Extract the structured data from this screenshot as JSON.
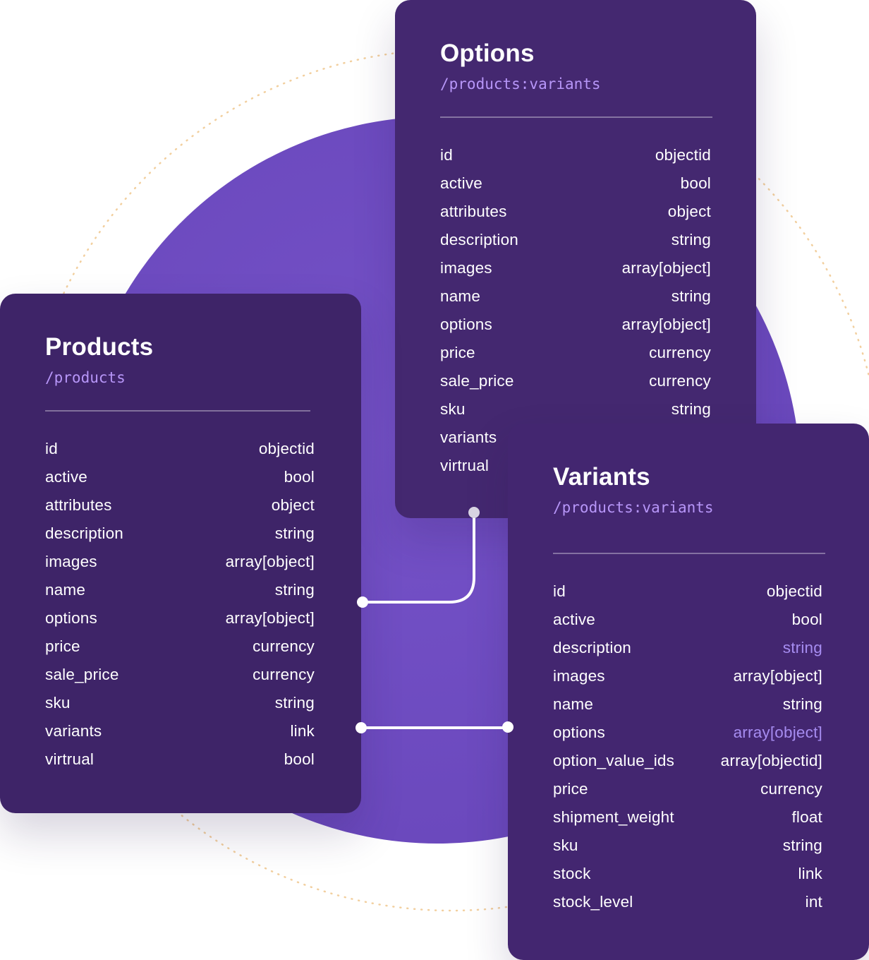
{
  "colors": {
    "circle": "#7352c4",
    "card_options": "#442870",
    "card_products": "#3e2468",
    "card_variants": "#432670",
    "accent_text": "#b796f8",
    "connector": "#ffffff",
    "connector_muted": "#d8d4e2",
    "dotted_ring": "#f2cf9e"
  },
  "cards": {
    "options": {
      "title": "Options",
      "path": "/products:variants",
      "fields": [
        {
          "name": "id",
          "type": "objectid"
        },
        {
          "name": "active",
          "type": "bool"
        },
        {
          "name": "attributes",
          "type": "object"
        },
        {
          "name": "description",
          "type": "string"
        },
        {
          "name": "images",
          "type": "array[object]"
        },
        {
          "name": "name",
          "type": "string"
        },
        {
          "name": "options",
          "type": "array[object]"
        },
        {
          "name": "price",
          "type": "currency"
        },
        {
          "name": "sale_price",
          "type": "currency"
        },
        {
          "name": "sku",
          "type": "string"
        },
        {
          "name": "variants",
          "type": ""
        },
        {
          "name": "virtrual",
          "type": ""
        }
      ]
    },
    "products": {
      "title": "Products",
      "path": "/products",
      "fields": [
        {
          "name": "id",
          "type": "objectid"
        },
        {
          "name": "active",
          "type": "bool"
        },
        {
          "name": "attributes",
          "type": "object"
        },
        {
          "name": "description",
          "type": "string"
        },
        {
          "name": "images",
          "type": "array[object]"
        },
        {
          "name": "name",
          "type": "string"
        },
        {
          "name": "options",
          "type": "array[object]"
        },
        {
          "name": "price",
          "type": "currency"
        },
        {
          "name": "sale_price",
          "type": "currency"
        },
        {
          "name": "sku",
          "type": "string"
        },
        {
          "name": "variants",
          "type": "link"
        },
        {
          "name": "virtrual",
          "type": "bool"
        }
      ]
    },
    "variants": {
      "title": "Variants",
      "path": "/products:variants",
      "fields": [
        {
          "name": "id",
          "type": "objectid"
        },
        {
          "name": "active",
          "type": "bool"
        },
        {
          "name": "description",
          "type": "string",
          "highlight": true
        },
        {
          "name": "images",
          "type": "array[object]"
        },
        {
          "name": "name",
          "type": "string"
        },
        {
          "name": "options",
          "type": "array[object]",
          "highlight": true
        },
        {
          "name": "option_value_ids",
          "type": "array[objectid]"
        },
        {
          "name": "price",
          "type": "currency"
        },
        {
          "name": "shipment_weight",
          "type": "float"
        },
        {
          "name": "sku",
          "type": "string"
        },
        {
          "name": "stock",
          "type": "link"
        },
        {
          "name": "stock_level",
          "type": "int"
        }
      ]
    }
  }
}
